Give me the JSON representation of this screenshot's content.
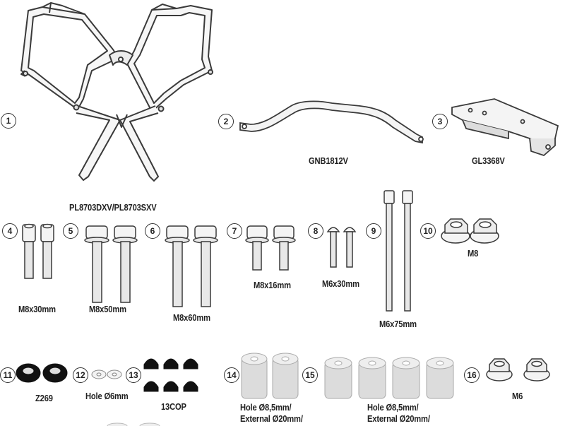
{
  "items": [
    {
      "number": "1",
      "code": "PL8703DXV/PL8703SXV"
    },
    {
      "number": "2",
      "code": "GNB1812V"
    },
    {
      "number": "3",
      "code": "GL3368V"
    },
    {
      "number": "4",
      "label": "M8x30mm"
    },
    {
      "number": "5",
      "label": "M8x50mm"
    },
    {
      "number": "6",
      "label": "M8x60mm"
    },
    {
      "number": "7",
      "label": "M8x16mm"
    },
    {
      "number": "8",
      "label": "M6x30mm"
    },
    {
      "number": "9",
      "label": "M6x75mm"
    },
    {
      "number": "10",
      "label": "M8"
    },
    {
      "number": "11",
      "label": "Z269"
    },
    {
      "number": "12",
      "label": "Hole Ø6mm"
    },
    {
      "number": "13",
      "label": "13COP"
    },
    {
      "number": "14",
      "label_line1": "Hole Ø8,5mm/",
      "label_line2": "External Ø20mm/"
    },
    {
      "number": "15",
      "label_line1": "Hole Ø8,5mm/",
      "label_line2": "External Ø20mm/"
    },
    {
      "number": "16",
      "label": "M6"
    }
  ],
  "colors": {
    "line": "#3a3a3a",
    "part_fill": "#f4f4f4",
    "shade": "#c9c9c9",
    "spacer_fill": "#dcdcdc",
    "rubber": "#111111"
  }
}
